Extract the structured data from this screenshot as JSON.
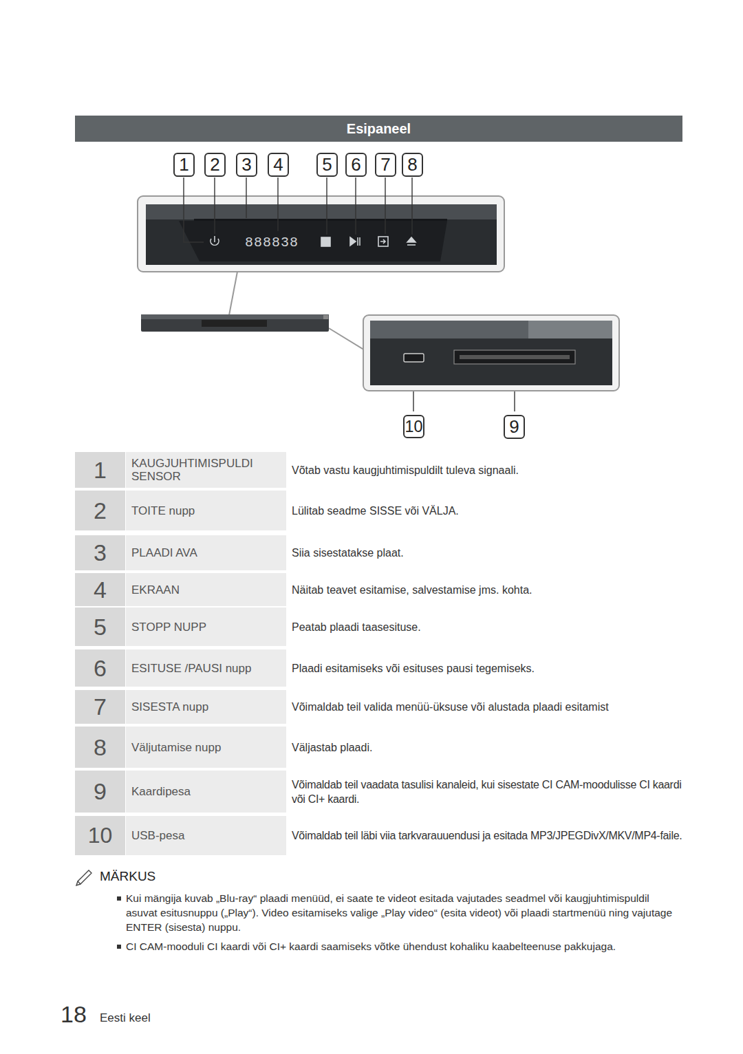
{
  "diagram": {
    "title": "Esipaneel",
    "nodes": [
      {
        "text": [
          "1"
        ]
      },
      {
        "text": [
          "2"
        ]
      },
      {
        "text": [
          "3"
        ]
      },
      {
        "text": [
          "4"
        ]
      },
      {
        "text": [
          "5"
        ]
      },
      {
        "text": [
          "6"
        ]
      },
      {
        "text": [
          "7"
        ]
      },
      {
        "text": [
          "8"
        ]
      },
      {
        "text": [
          "10"
        ]
      },
      {
        "text": [
          "9"
        ]
      },
      {
        "text": [
          "1"
        ]
      },
      {
        "text": [
          "KAUGJUHTIMISPULDI SENSOR"
        ]
      },
      {
        "text": [
          "2"
        ]
      },
      {
        "text": [
          "TOITE nupp"
        ]
      },
      {
        "text": [
          "3"
        ]
      },
      {
        "text": [
          "PLAADI AVA"
        ]
      },
      {
        "text": [
          "4"
        ]
      },
      {
        "text": [
          "EKRAAN"
        ]
      },
      {
        "text": [
          "5"
        ]
      },
      {
        "text": [
          "STOPP NUPP"
        ]
      },
      {
        "text": [
          "6"
        ]
      },
      {
        "text": [
          "ESITUSE /PAUSI nupp"
        ]
      },
      {
        "text": [
          "7"
        ]
      },
      {
        "text": [
          "SISESTA nupp"
        ]
      },
      {
        "text": [
          "8"
        ]
      },
      {
        "text": [
          "Väljutamise nupp"
        ]
      },
      {
        "text": [
          "9"
        ]
      },
      {
        "text": [
          "Kaardipesa"
        ]
      },
      {
        "text": [
          "10"
        ]
      },
      {
        "text": [
          "USB-pesa"
        ]
      }
    ],
    "labels": [
      "888838",
      "Võtab vastu kaugjuhtimispuldilt tuleva signaali.",
      "Lülitab seadme SISSE või VÄLJA.",
      "Siia sisestatakse plaat.",
      "Näitab teavet esitamise, salvestamise jms. kohta.",
      "Peatab plaadi taasesituse.",
      "Plaadi esitamiseks või esituses pausi tegemiseks.",
      "Võimaldab teil valida menüü-üksuse või alustada plaadi esitamist",
      "Väljastab plaadi.",
      "Võimaldab teil vaadata tasulisi kanaleid, kui sisestate CI CAM-moodulisse CI kaardi või CI+ kaardi.",
      "Võimaldab teil läbi viia tarkvarauuendusi ja esitada MP3/JPEGDivX/MKV/MP4-faile.",
      "MÄRKUS",
      "Kui mängija kuvab „Blu-ray“ plaadi menüüd, ei saate te videot esitada vajutades seadmel või kaugjuhtimispuldil asuvat esitusnuppu („Play“). Video esitamiseks valige „Play video“ (esita videot) või plaadi startmenüü ning vajutage ENTER (sisesta) nuppu.",
      "CI CAM-mooduli CI kaardi või CI+ kaardi saamiseks võtke ühendust kohaliku kaabelteenuse pakkujaga.",
      "18",
      "Eesti keel"
    ]
  }
}
